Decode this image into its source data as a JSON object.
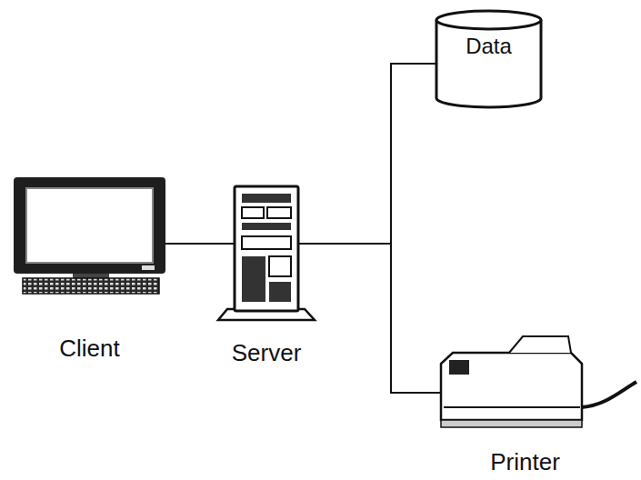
{
  "diagram": {
    "nodes": [
      {
        "text": [
          "Client"
        ]
      },
      {
        "text": [
          "Server"
        ]
      },
      {
        "text": [
          "Data"
        ]
      },
      {
        "text": [
          "Printer"
        ]
      }
    ],
    "edges": [
      {
        "from": 0,
        "to": 1,
        "arrow": "none"
      },
      {
        "from": 1,
        "to": 2,
        "arrow": "none"
      },
      {
        "from": 1,
        "to": 3,
        "arrow": "none"
      }
    ]
  }
}
